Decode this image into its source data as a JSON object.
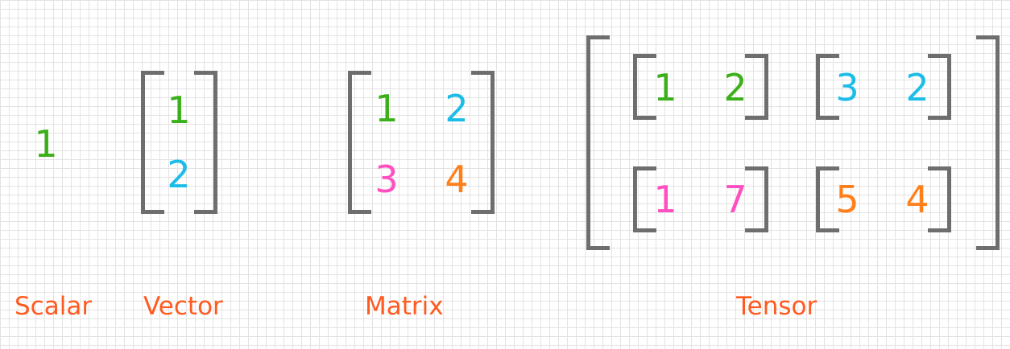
{
  "colors": {
    "green": "#3cb01a",
    "blue": "#1bbde8",
    "pink": "#ff4fc0",
    "orange": "#ff7f1b",
    "bracket": "#6e6e6e",
    "label": "#ff5a1f"
  },
  "scalar": {
    "value": "1",
    "label": "Scalar"
  },
  "vector": {
    "values": [
      "1",
      "2"
    ],
    "label": "Vector"
  },
  "matrix": {
    "rows": [
      [
        "1",
        "2"
      ],
      [
        "3",
        "4"
      ]
    ],
    "label": "Matrix"
  },
  "tensor": {
    "blocks": [
      [
        "1",
        "2"
      ],
      [
        "3",
        "2"
      ],
      [
        "1",
        "7"
      ],
      [
        "5",
        "4"
      ]
    ],
    "label": "Tensor"
  }
}
